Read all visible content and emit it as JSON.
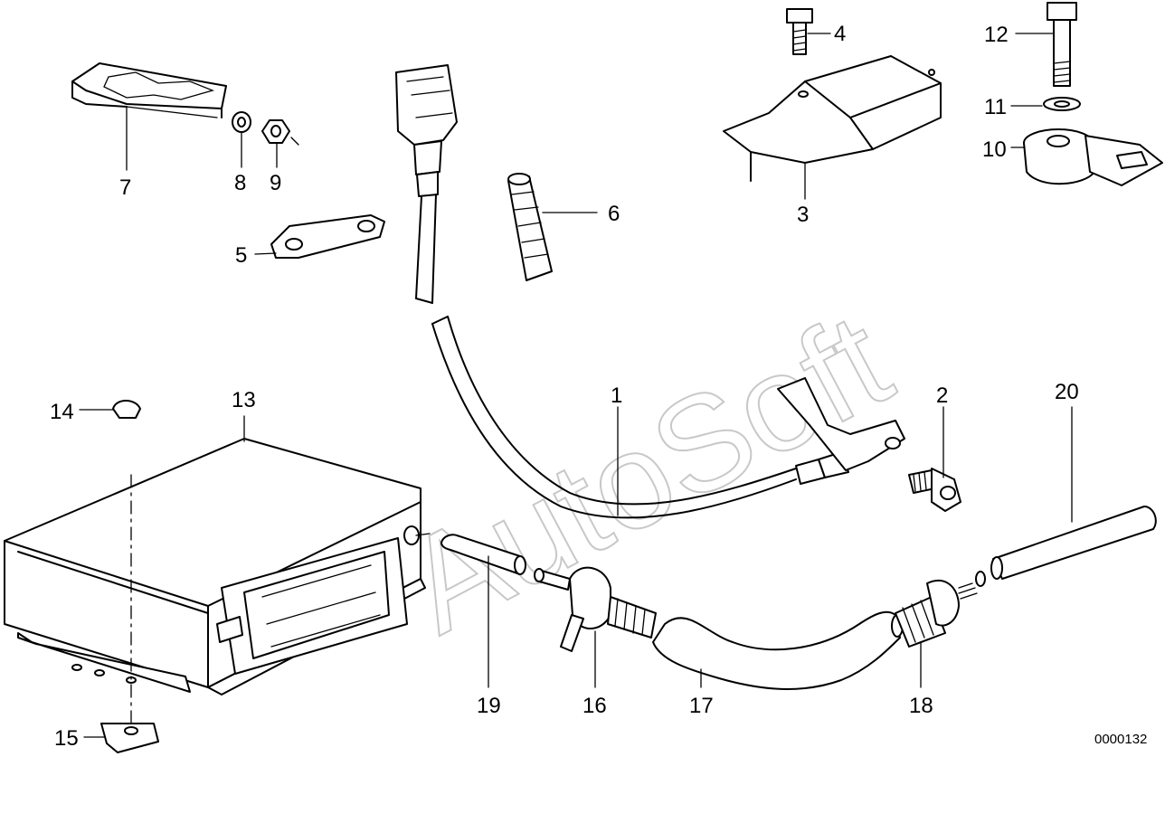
{
  "watermark": "AutoSoft",
  "image_code": "0000132",
  "callouts": [
    {
      "id": "c1",
      "text": "1"
    },
    {
      "id": "c2",
      "text": "2"
    },
    {
      "id": "c3",
      "text": "3"
    },
    {
      "id": "c4",
      "text": "4"
    },
    {
      "id": "c5",
      "text": "5"
    },
    {
      "id": "c6",
      "text": "6"
    },
    {
      "id": "c7",
      "text": "7"
    },
    {
      "id": "c8",
      "text": "8"
    },
    {
      "id": "c9",
      "text": "9"
    },
    {
      "id": "c10",
      "text": "10"
    },
    {
      "id": "c11",
      "text": "11"
    },
    {
      "id": "c12",
      "text": "12"
    },
    {
      "id": "c13",
      "text": "13"
    },
    {
      "id": "c14",
      "text": "14"
    },
    {
      "id": "c15",
      "text": "15"
    },
    {
      "id": "c16",
      "text": "16"
    },
    {
      "id": "c17",
      "text": "17"
    },
    {
      "id": "c18",
      "text": "18"
    },
    {
      "id": "c19",
      "text": "19"
    },
    {
      "id": "c20",
      "text": "20"
    }
  ]
}
